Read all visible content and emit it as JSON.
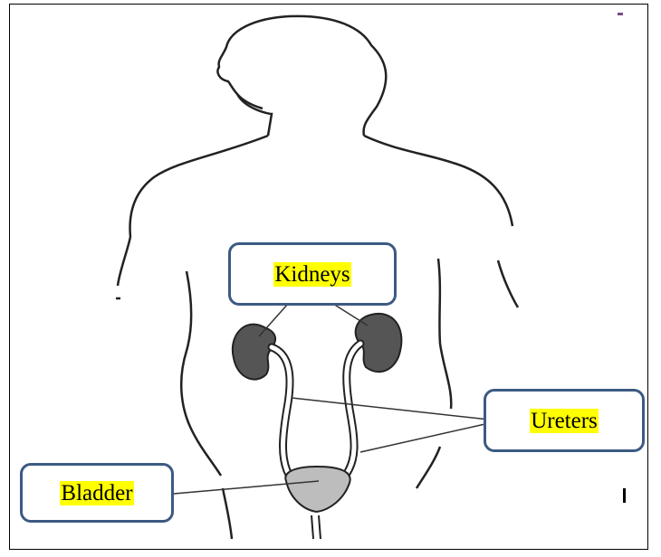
{
  "labels": {
    "kidneys": "Kidneys",
    "ureters": "Ureters",
    "bladder": "Bladder"
  },
  "colors": {
    "highlight": "#ffff00",
    "box_border": "#3c5a82",
    "kidney_fill": "#555555",
    "outline": "#222222"
  }
}
